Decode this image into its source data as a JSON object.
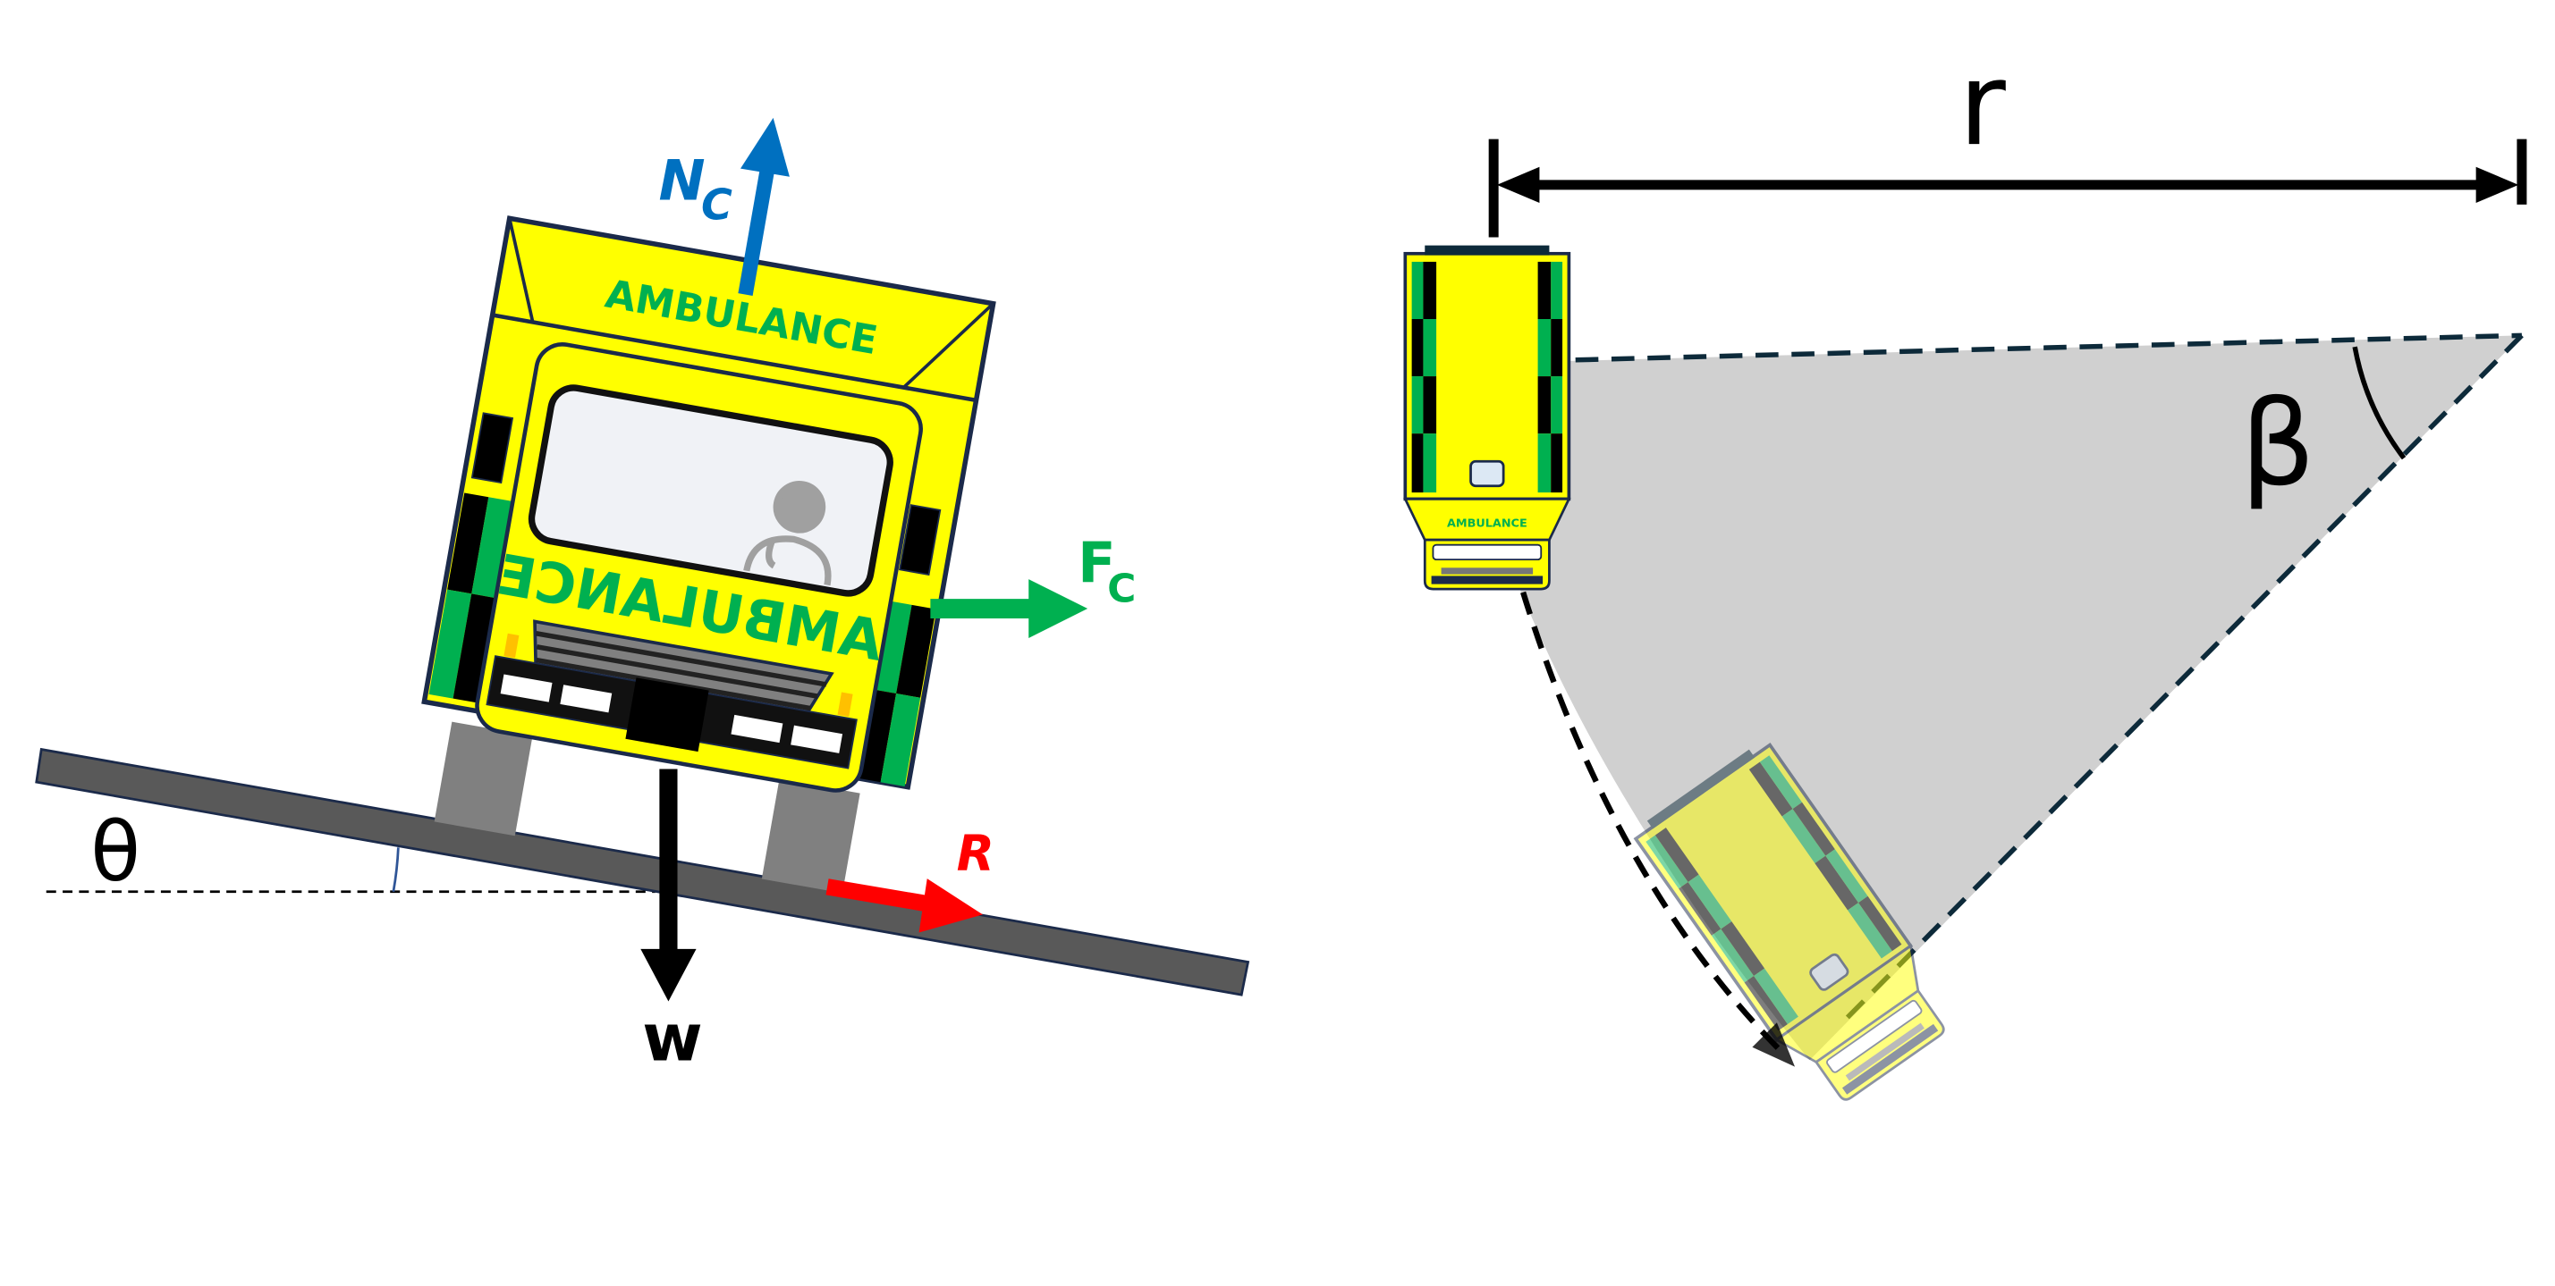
{
  "left_diagram": {
    "body_text_top": "AMBULANCE",
    "body_text_mirrored": "AMBULANCE",
    "angle_label": "θ",
    "forces": {
      "normal": {
        "main": "N",
        "sub": "C",
        "color": "#0070C0"
      },
      "centripetal": {
        "main": "F",
        "sub": "C",
        "color": "#00B050"
      },
      "weight": {
        "main": "w",
        "color": "#000000"
      },
      "reaction": {
        "main": "R",
        "color": "#FF0000"
      }
    }
  },
  "right_diagram": {
    "radius_label": "r",
    "angle_label": "β",
    "vehicle_text": "AMBULANCE",
    "sector_color": "#D0D0D0",
    "dash_color": "#0D2A3A"
  },
  "colors": {
    "body": "#FFFF00",
    "stripe_green": "#00B050",
    "outline": "#1B2A4A",
    "road": "#595959"
  }
}
